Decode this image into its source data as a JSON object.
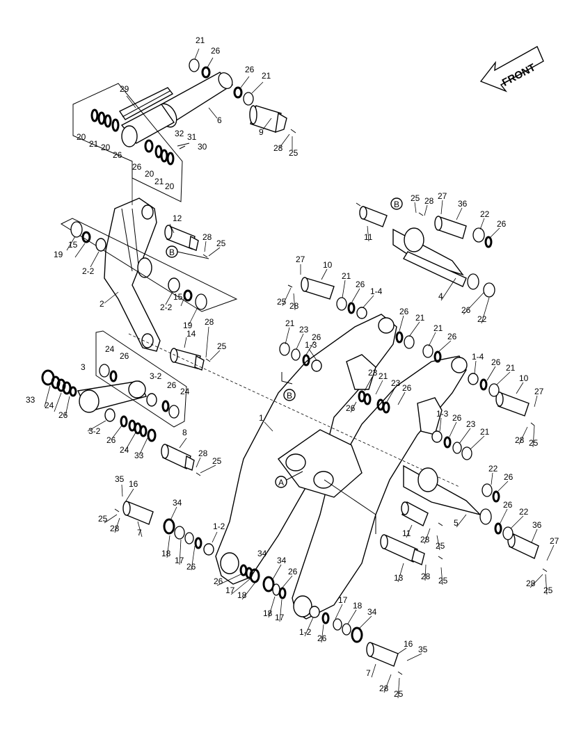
{
  "front_label": "FRONT",
  "markers": {
    "a": "A",
    "b": "B"
  },
  "callouts": [
    "21",
    "26",
    "26",
    "21",
    "29",
    "6",
    "9",
    "28",
    "25",
    "20",
    "21",
    "20",
    "26",
    "32",
    "31",
    "30",
    "26",
    "20",
    "21",
    "20",
    "12",
    "28",
    "25",
    "19",
    "15",
    "2-2",
    "2",
    "2-2",
    "15",
    "19",
    "14",
    "28",
    "25",
    "24",
    "26",
    "3",
    "3-2",
    "26",
    "24",
    "33",
    "24",
    "26",
    "3-2",
    "26",
    "24",
    "33",
    "8",
    "28",
    "25",
    "35",
    "16",
    "34",
    "25",
    "28",
    "7",
    "18",
    "17",
    "26",
    "1-2",
    "34",
    "26",
    "17",
    "18",
    "34",
    "26",
    "18",
    "17",
    "17",
    "18",
    "34",
    "1-2",
    "26",
    "16",
    "35",
    "7",
    "28",
    "25",
    "27",
    "10",
    "21",
    "26",
    "1-4",
    "25",
    "28",
    "21",
    "23",
    "26",
    "1-3",
    "26",
    "21",
    "21",
    "26",
    "25",
    "28",
    "27",
    "36",
    "22",
    "26",
    "11",
    "4",
    "26",
    "22",
    "1",
    "23",
    "21",
    "23",
    "26",
    "26",
    "1-4",
    "26",
    "21",
    "10",
    "27",
    "28",
    "25",
    "1-3",
    "26",
    "23",
    "21",
    "22",
    "26",
    "26",
    "22",
    "36",
    "27",
    "11",
    "28",
    "25",
    "5",
    "13",
    "28",
    "25",
    "28",
    "25"
  ]
}
